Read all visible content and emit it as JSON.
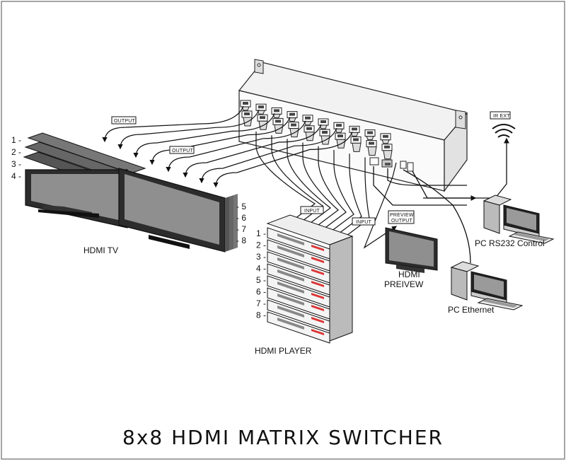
{
  "diagram": {
    "title": "8x8  HDMI MATRIX SWITCHER",
    "labels": {
      "hdmi_tv": "HDMI  TV",
      "hdmi_player": "HDMI PLAYER",
      "hdmi_preview_line1": "HDMI",
      "hdmi_preview_line2": "PREIVEW",
      "pc_rs232": "PC RS232  Control",
      "pc_ethernet": "PC  Ethernet"
    },
    "tags": {
      "output_1": "OUTPUT",
      "output_2": "OUTPUT",
      "input_1": "INPUT",
      "input_2": "INPUT",
      "preview_output_line1": "PREVIEW",
      "preview_output_line2": "OUTPUT",
      "ir_ext": "IR EXT"
    },
    "tv_numbers_left": [
      "1 -",
      "2 -",
      "3 -",
      "4 -"
    ],
    "tv_numbers_right": [
      "- 5",
      "- 6",
      "- 7",
      "- 8"
    ],
    "player_numbers": [
      "1 -",
      "2 -",
      "3 -",
      "4 -",
      "5 -",
      "6 -",
      "7 -",
      "8 -"
    ]
  }
}
